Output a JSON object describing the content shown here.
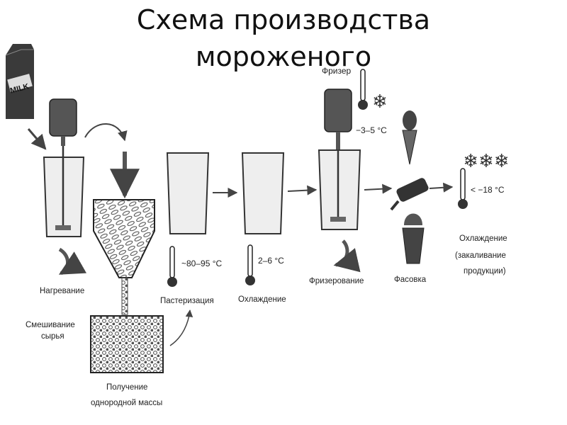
{
  "title": {
    "line1": "Схема производства",
    "line2": "мороженого"
  },
  "milk_label": "MILK",
  "freezer_label": "Фризер",
  "temps": {
    "freezer": "−3–5 °С",
    "pasteurization": "~80–95 °С",
    "cooling": "2–6 °С",
    "hardening": "< −18 °С"
  },
  "steps": {
    "heating": "Нагревание",
    "mixing": [
      "Смешивание",
      "сырья"
    ],
    "homogenization": [
      "Получение",
      "однородной массы"
    ],
    "pasteurization": "Пастеризация",
    "cooling": "Охлаждение",
    "freezing": "Фризерование",
    "packaging": "Фасовка",
    "hardening": [
      "Охлаждение",
      "(закаливание",
      "продукции)"
    ]
  }
}
